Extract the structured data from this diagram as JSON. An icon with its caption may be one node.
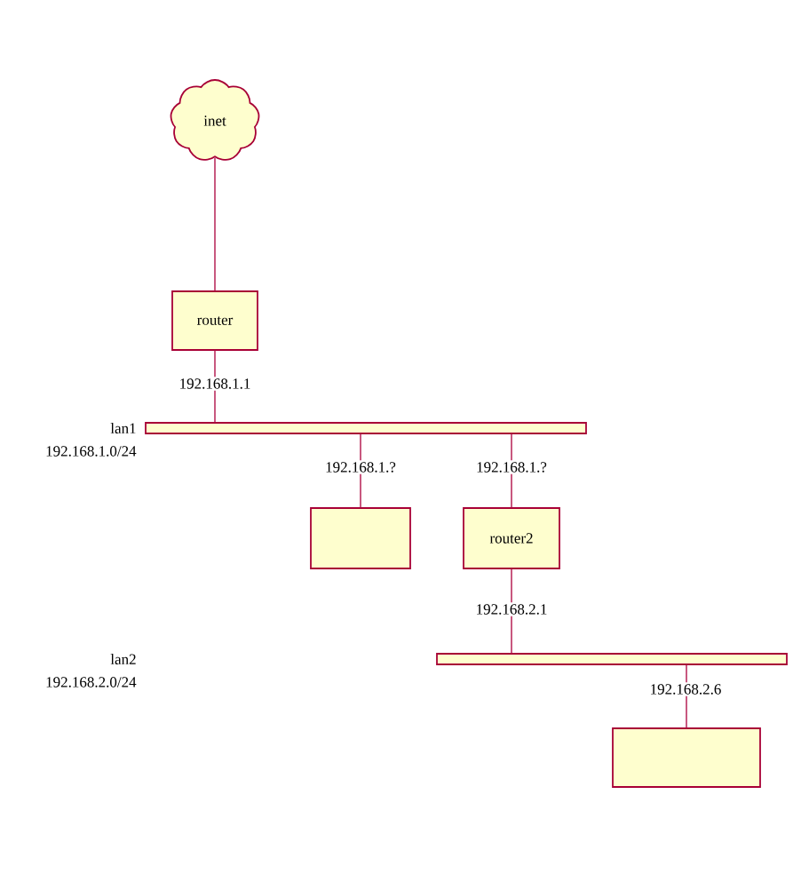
{
  "diagram": {
    "nodes": [
      {
        "text": [
          "inet"
        ]
      },
      {
        "text": [
          "router"
        ]
      },
      {
        "text": [],
        "shape": "bar"
      },
      {
        "text": [],
        "shape": "box"
      },
      {
        "text": [
          "router2"
        ]
      },
      {
        "text": [],
        "shape": "bar"
      },
      {
        "text": [],
        "shape": "box"
      }
    ],
    "edges": [
      {
        "from": 0,
        "to": 1,
        "arrow": "none"
      },
      {
        "from": 1,
        "to": 2,
        "arrow": "none",
        "label": "192.168.1.1"
      },
      {
        "from": 2,
        "to": 3,
        "arrow": "none",
        "label": "192.168.1.?"
      },
      {
        "from": 2,
        "to": 4,
        "arrow": "none",
        "label": "192.168.1.?"
      },
      {
        "from": 4,
        "to": 5,
        "arrow": "none",
        "label": "192.168.2.1"
      },
      {
        "from": 5,
        "to": 6,
        "arrow": "none",
        "label": "192.168.2.6"
      }
    ],
    "labels": [
      "lan1",
      "192.168.1.0/24",
      "lan2",
      "192.168.2.0/24"
    ]
  }
}
